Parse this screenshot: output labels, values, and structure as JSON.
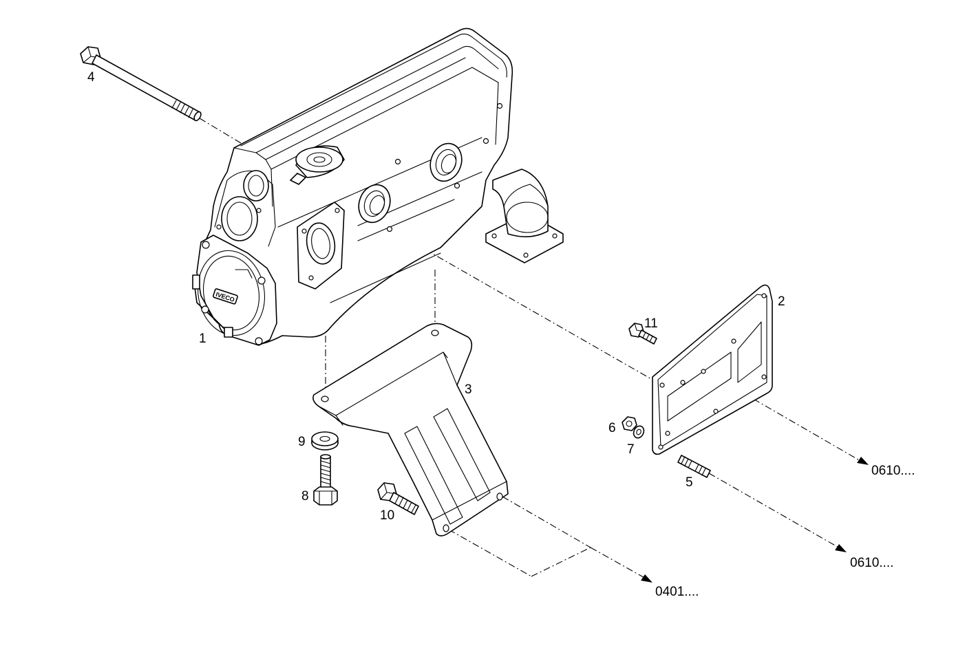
{
  "labels": {
    "p1": "1",
    "p2": "2",
    "p3": "3",
    "p4": "4",
    "p5": "5",
    "p6": "6",
    "p7": "7",
    "p8": "8",
    "p9": "9",
    "p10": "10",
    "p11": "11"
  },
  "references": {
    "ref_upper": "0610....",
    "ref_lower": "0610....",
    "ref_bracket": "0401...."
  },
  "logo_text": "IVECO"
}
